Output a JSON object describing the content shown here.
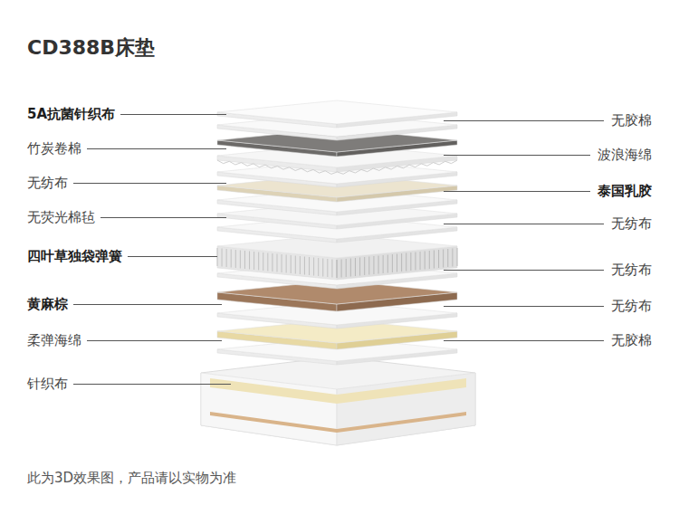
{
  "diagram": {
    "title": "CD388B床垫",
    "caption": "此为3D效果图，产品请以实物为准",
    "labels": [
      "5A抗菌针织布",
      "竹炭卷棉",
      "无纺布",
      "无荧光棉毡",
      "四叶草独袋弹簧",
      "黄麻棕",
      "柔弹海绵",
      "针织布",
      "无胶棉",
      "波浪海绵",
      "泰国乳胶",
      "无纺布",
      "无纺布",
      "无纺布",
      "无胶棉"
    ]
  }
}
